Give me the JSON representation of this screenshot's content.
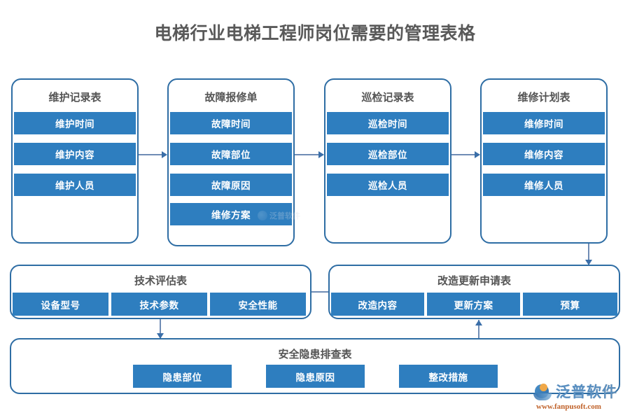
{
  "page": {
    "title": "电梯行业电梯工程师岗位需要的管理表格",
    "background_color": "#ffffff",
    "title_color": "#595959",
    "card_border_color": "#2e6da4",
    "chip_color": "#2e7ebf",
    "connector_color": "#3a6ea8"
  },
  "cards": [
    {
      "id": "maintenance-record",
      "title": "维护记录表",
      "fields": [
        "维护时间",
        "维护内容",
        "维护人员"
      ]
    },
    {
      "id": "fault-repair-order",
      "title": "故障报修单",
      "fields": [
        "故障时间",
        "故障部位",
        "故障原因",
        "维修方案"
      ]
    },
    {
      "id": "inspection-record",
      "title": "巡检记录表",
      "fields": [
        "巡检时间",
        "巡检部位",
        "巡检人员"
      ]
    },
    {
      "id": "repair-plan",
      "title": "维修计划表",
      "fields": [
        "维修时间",
        "维修内容",
        "维修人员"
      ]
    },
    {
      "id": "technical-assessment",
      "title": "技术评估表",
      "fields": [
        "设备型号",
        "技术参数",
        "安全性能"
      ]
    },
    {
      "id": "renovation-request",
      "title": "改造更新申请表",
      "fields": [
        "改造内容",
        "更新方案",
        "预算"
      ]
    },
    {
      "id": "safety-hazard-check",
      "title": "安全隐患排查表",
      "fields": [
        "隐患部位",
        "隐患原因",
        "整改措施"
      ]
    }
  ],
  "watermarks": {
    "faint_label": "泛普软件"
  },
  "logo": {
    "name": "泛普软件",
    "url": "www.fanpusoft.com"
  }
}
